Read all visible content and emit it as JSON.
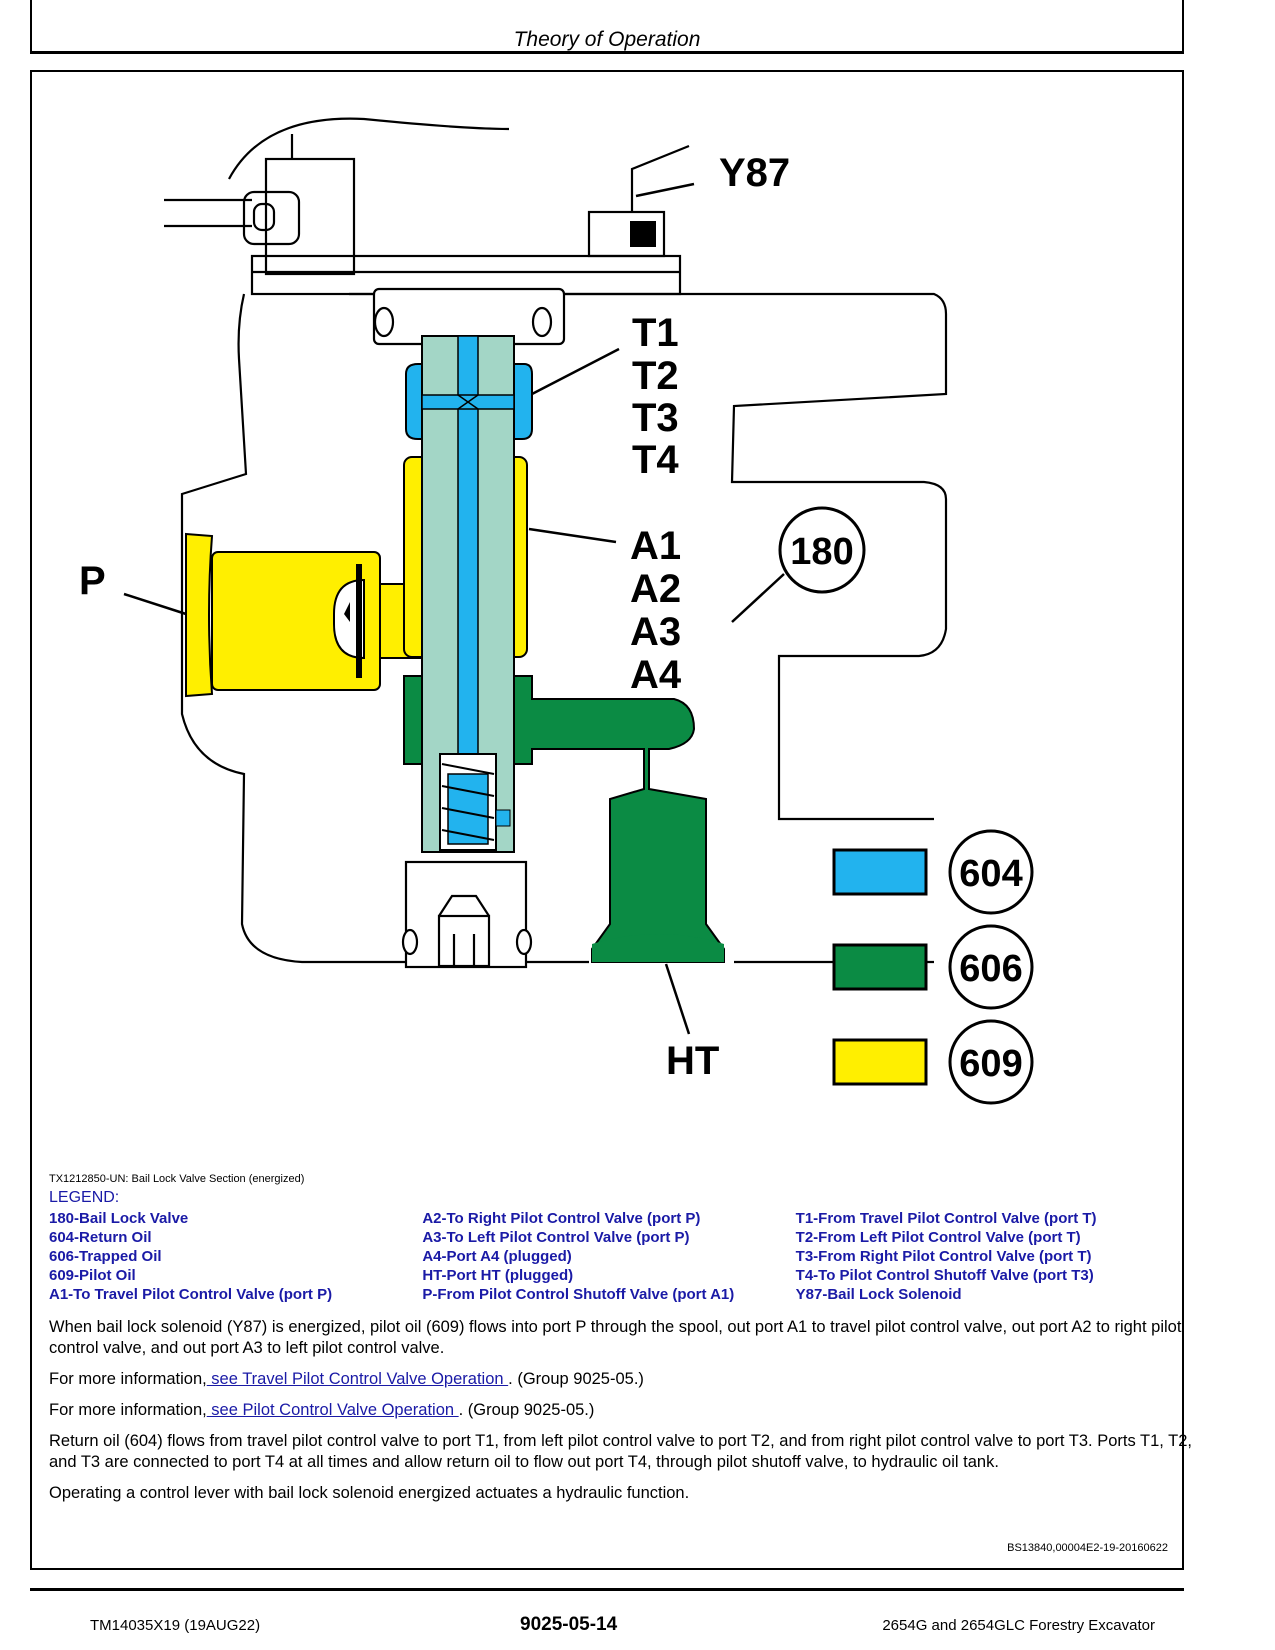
{
  "header": {
    "title": "Theory of Operation"
  },
  "figure": {
    "labels": {
      "y87": "Y87",
      "t1": "T1",
      "t2": "T2",
      "t3": "T3",
      "t4": "T4",
      "a1": "A1",
      "a2": "A2",
      "a3": "A3",
      "a4": "A4",
      "p": "P",
      "ht": "HT",
      "c180": "180"
    },
    "swatches": [
      {
        "number": "604",
        "color": "#22b3ee"
      },
      {
        "number": "606",
        "color": "#0b8b44"
      },
      {
        "number": "609",
        "color": "#ffef00"
      }
    ],
    "colors": {
      "pilot_oil": "#ffef00",
      "return_oil": "#22b3ee",
      "trapped_oil": "#0b8b44",
      "spool": "#a3d6c6"
    }
  },
  "caption": "TX1212850-UN: Bail Lock Valve Section (energized)",
  "legend": {
    "heading": "LEGEND:",
    "columns": [
      [
        "180-Bail Lock Valve",
        "604-Return Oil",
        "606-Trapped Oil",
        "609-Pilot Oil",
        "A1-To Travel Pilot Control Valve (port P)"
      ],
      [
        "A2-To Right Pilot Control Valve (port P)",
        "A3-To Left Pilot Control Valve (port P)",
        "A4-Port A4 (plugged)",
        "HT-Port HT (plugged)",
        "P-From Pilot Control Shutoff Valve (port A1)"
      ],
      [
        "T1-From Travel Pilot Control Valve (port T)",
        "T2-From Left Pilot Control Valve (port T)",
        "T3-From Right Pilot Control Valve (port T)",
        "T4-To Pilot Control Shutoff Valve (port T3)",
        "Y87-Bail Lock Solenoid"
      ]
    ]
  },
  "body": {
    "p1": "When bail lock solenoid (Y87) is energized, pilot oil (609) flows into port P through the spool, out port A1 to travel pilot control valve, out port A2 to right pilot control valve, and out port A3 to left pilot control valve.",
    "p2_prefix": "For more information,",
    "p2_link": " see Travel Pilot Control Valve Operation ",
    "p2_suffix": ". (Group 9025-05.)",
    "p3_prefix": "For more information,",
    "p3_link": " see Pilot Control Valve Operation ",
    "p3_suffix": ". (Group 9025-05.)",
    "p4": "Return oil (604) flows from travel pilot control valve to port T1, from left pilot control valve to port T2, and from right pilot control valve to port T3. Ports T1, T2, and T3 are connected to port T4 at all times and allow return oil to flow out port T4, through pilot shutoff valve, to hydraulic oil tank.",
    "p5": "Operating a control lever with bail lock solenoid energized actuates a hydraulic function."
  },
  "doc_id": "BS13840,00004E2-19-20160622",
  "footer": {
    "left": "TM14035X19 (19AUG22)",
    "center": "9025-05-14",
    "right": "2654G and 2654GLC Forestry Excavator"
  }
}
